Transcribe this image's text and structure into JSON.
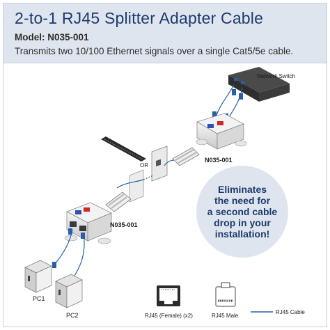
{
  "header": {
    "title": "2-to-1 RJ45 Splitter Adapter Cable",
    "model": "Model: N035-001",
    "description": "Transmits two 10/100 Ethernet signals over a single Cat5/5e cable."
  },
  "diagram": {
    "network_switch_label": "Network Switch",
    "splitter_top_label": "N035-001",
    "splitter_bottom_label": "N035-001",
    "or_label": "OR",
    "pc1_label": "PC1",
    "pc2_label": "PC2"
  },
  "callout": {
    "text": "Eliminates\nthe need for\na second cable\ndrop in your\ninstallation!"
  },
  "legend": {
    "female_label": "RJ45 (Female) (x2)",
    "male_label": "RJ45 Male",
    "cable_label": "RJ45 Cable"
  },
  "colors": {
    "cable": "#2a5fa8",
    "port_red": "#d0282a",
    "port_blue": "#2f4fb5",
    "accent": "#1d3a6e",
    "panel": "#dfe5ee"
  }
}
